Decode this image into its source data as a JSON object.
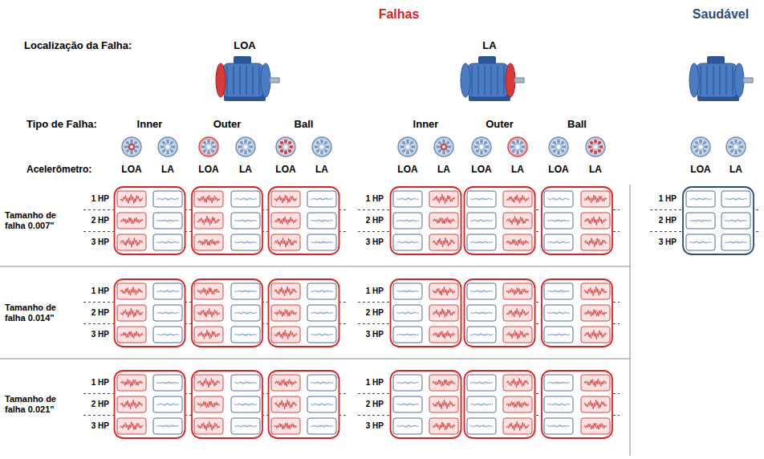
{
  "diagram": {
    "labels": [
      "Falhas",
      "Saudável",
      "Localização da Falha:",
      "LOA",
      "LA",
      "Tipo de Falha:",
      "Inner",
      "Outer",
      "Ball",
      "Inner",
      "Outer",
      "Ball",
      "Acelerômetro:",
      "LOA",
      "LA",
      "LOA",
      "LA",
      "LOA",
      "LA",
      "LOA",
      "LA",
      "LOA",
      "LA",
      "LOA",
      "LA",
      "LOA",
      "LA",
      "Tamanho de falha 0.007\"",
      "1 HP",
      "2 HP",
      "3 HP",
      "1 HP",
      "2 HP",
      "3 HP",
      "Tamanho de falha 0.014\"",
      "1 HP",
      "2 HP",
      "3 HP",
      "1 HP",
      "2 HP",
      "3 HP",
      "Tamanho de falha 0.021\"",
      "1 HP",
      "2 HP",
      "3 HP",
      "1 HP",
      "2 HP",
      "3 HP",
      "1 HP",
      "2 HP",
      "3 HP"
    ]
  }
}
